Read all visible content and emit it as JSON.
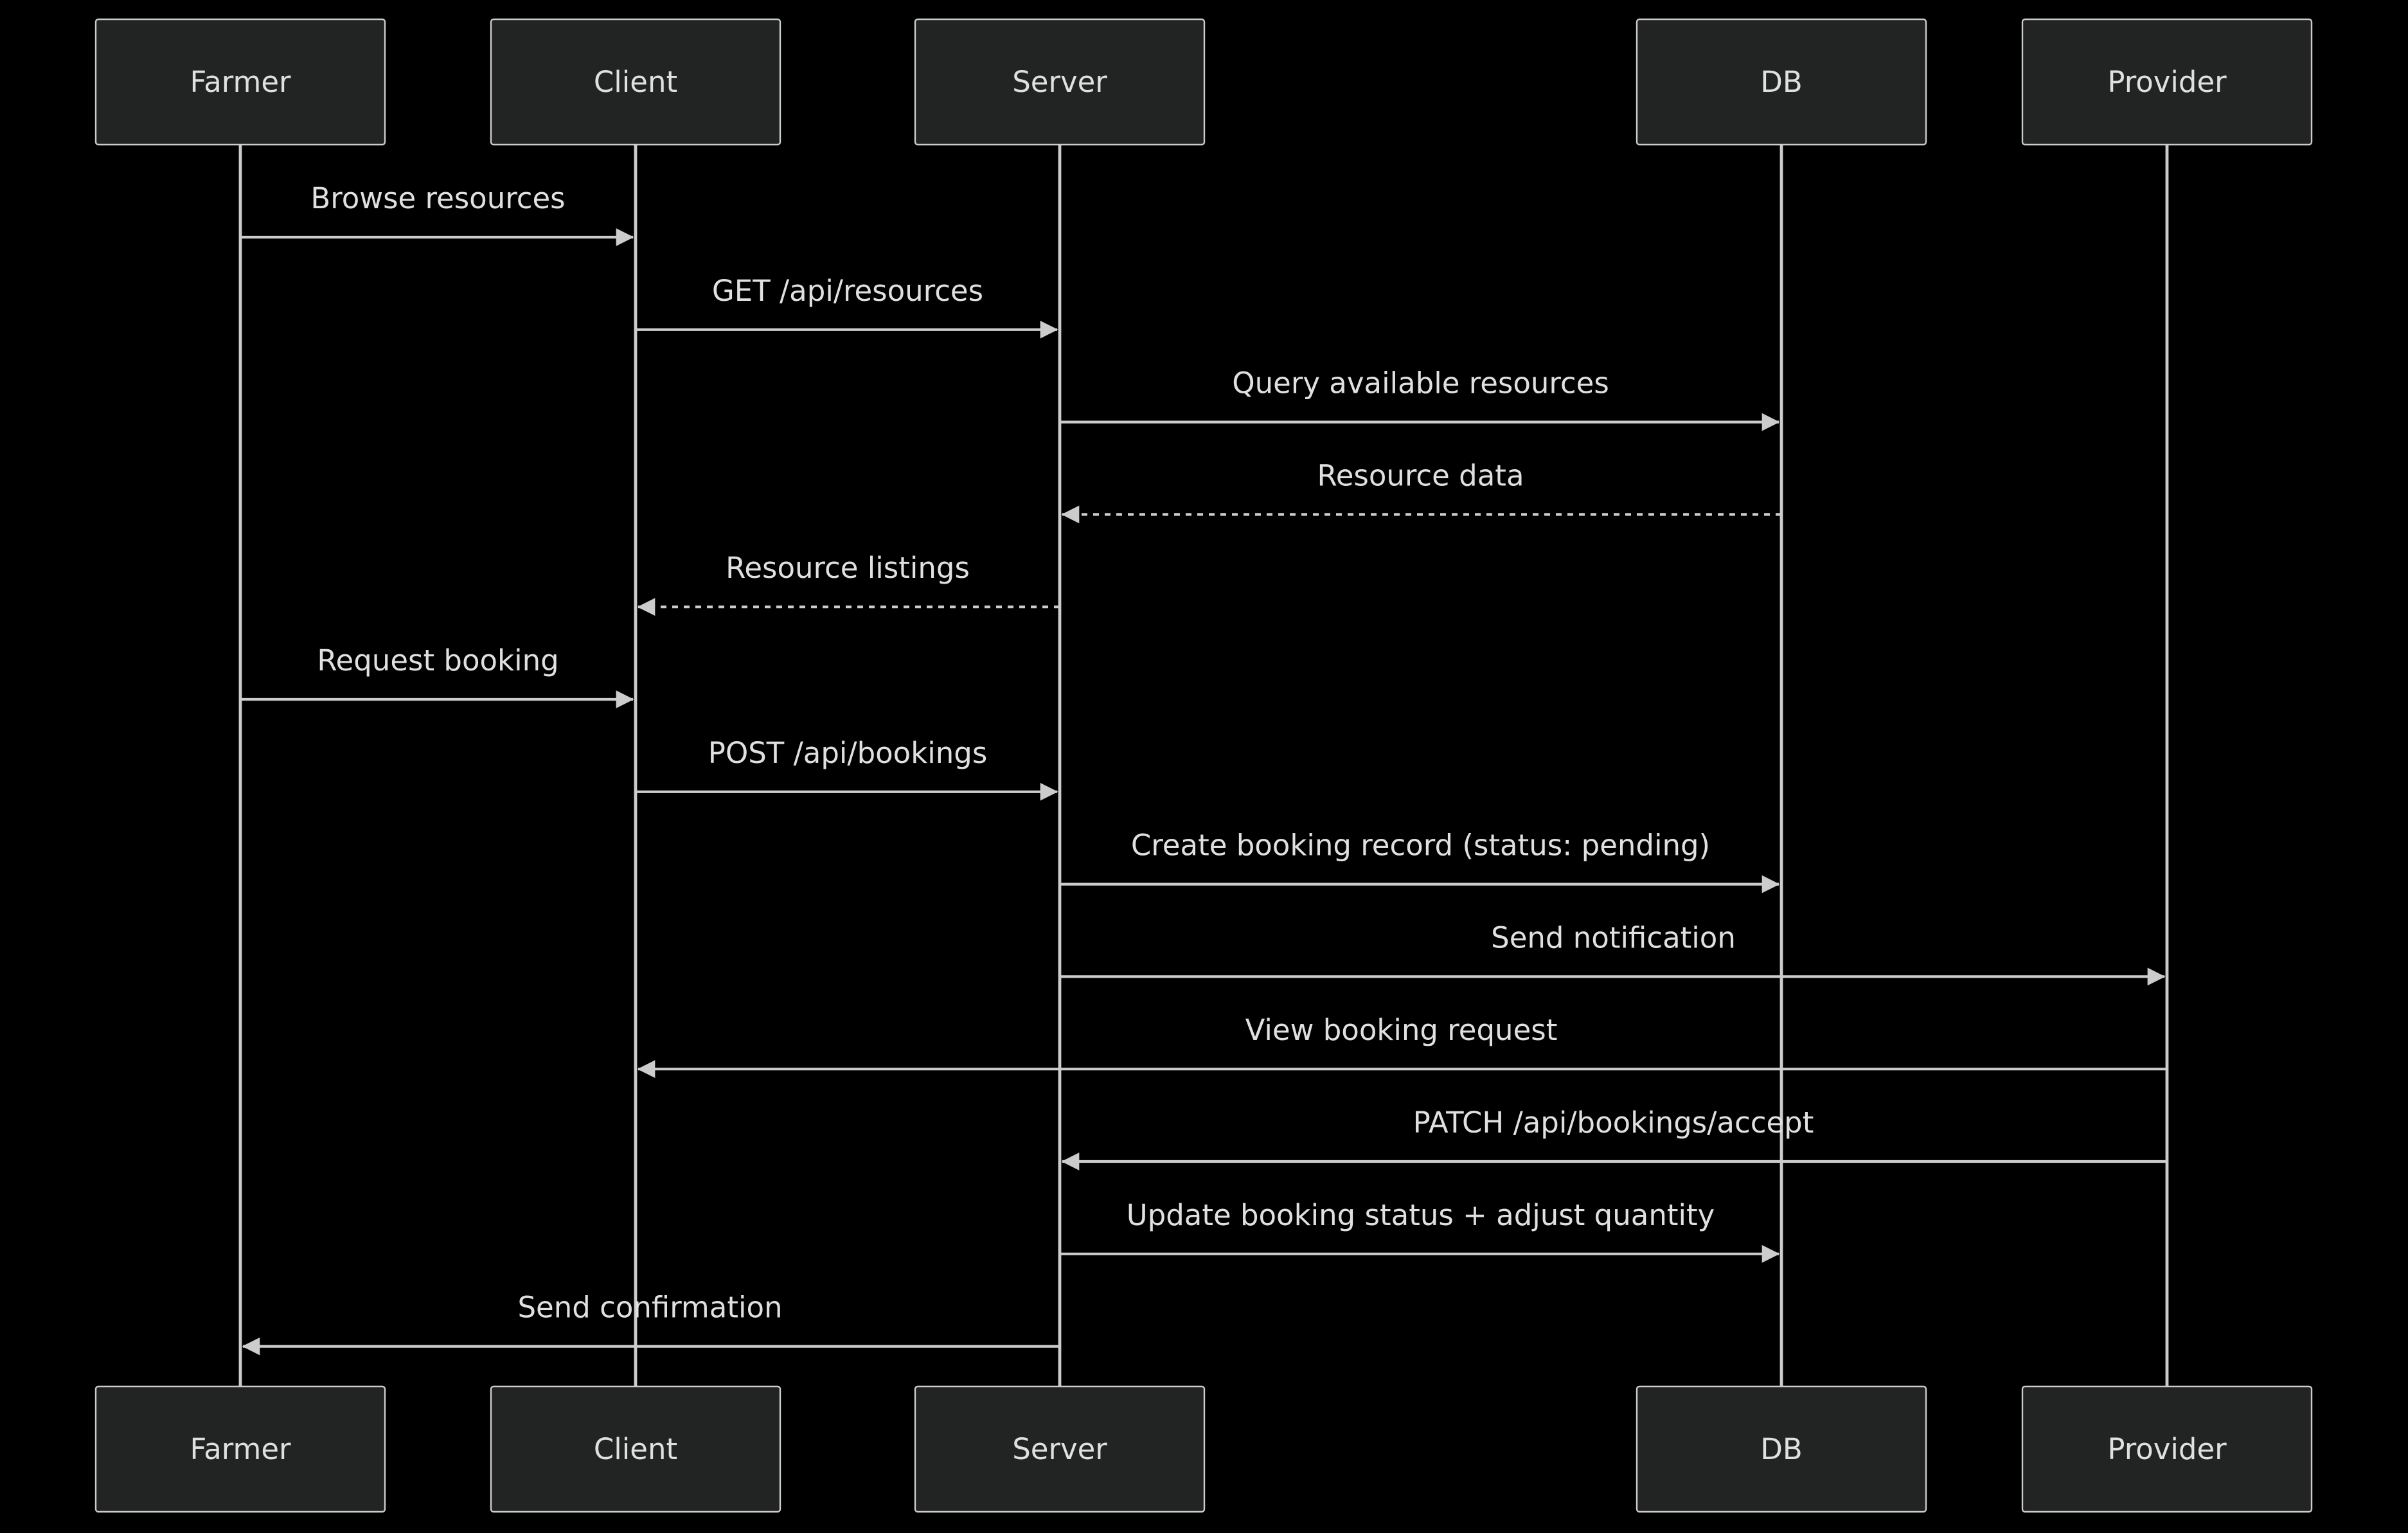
{
  "diagram": {
    "type": "sequence",
    "colors": {
      "background": "#000000",
      "actor_fill": "#222323",
      "actor_stroke": "#cccccc",
      "line": "#cccccc",
      "text": "#e0e0e0"
    },
    "actors": [
      {
        "id": "farmer",
        "label": "Farmer"
      },
      {
        "id": "client",
        "label": "Client"
      },
      {
        "id": "server",
        "label": "Server"
      },
      {
        "id": "db",
        "label": "DB"
      },
      {
        "id": "provider",
        "label": "Provider"
      }
    ],
    "messages": [
      {
        "from": "farmer",
        "to": "client",
        "label": "Browse resources",
        "style": "solid"
      },
      {
        "from": "client",
        "to": "server",
        "label": "GET /api/resources",
        "style": "solid"
      },
      {
        "from": "server",
        "to": "db",
        "label": "Query available resources",
        "style": "solid"
      },
      {
        "from": "db",
        "to": "server",
        "label": "Resource data",
        "style": "dashed"
      },
      {
        "from": "server",
        "to": "client",
        "label": "Resource listings",
        "style": "dashed"
      },
      {
        "from": "farmer",
        "to": "client",
        "label": "Request booking",
        "style": "solid"
      },
      {
        "from": "client",
        "to": "server",
        "label": "POST /api/bookings",
        "style": "solid"
      },
      {
        "from": "server",
        "to": "db",
        "label": "Create booking record (status: pending)",
        "style": "solid"
      },
      {
        "from": "server",
        "to": "provider",
        "label": "Send notification",
        "style": "solid"
      },
      {
        "from": "provider",
        "to": "client",
        "label": "View booking request",
        "style": "solid"
      },
      {
        "from": "provider",
        "to": "server",
        "label": "PATCH /api/bookings/accept",
        "style": "solid"
      },
      {
        "from": "server",
        "to": "db",
        "label": "Update booking status + adjust quantity",
        "style": "solid"
      },
      {
        "from": "server",
        "to": "farmer",
        "label": "Send confirmation",
        "style": "solid"
      }
    ]
  }
}
